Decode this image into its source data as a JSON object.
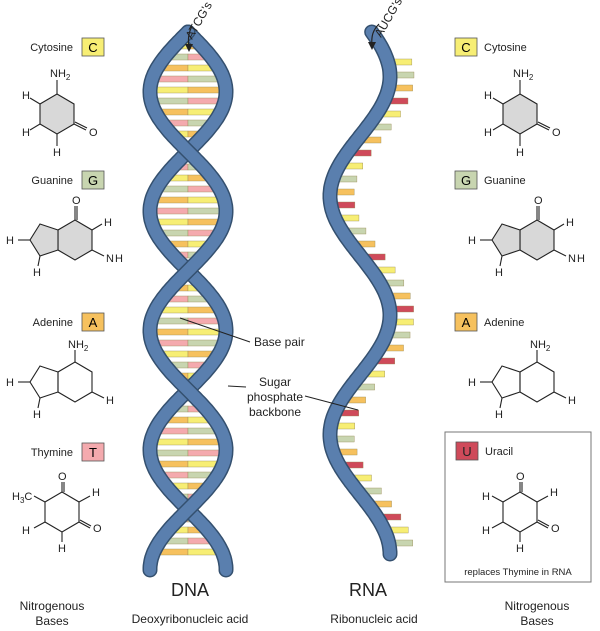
{
  "left_bases": {
    "cytosine": {
      "name": "Cytosine",
      "letter": "C",
      "color": "#f7ee74"
    },
    "guanine": {
      "name": "Guanine",
      "letter": "G",
      "color": "#c8d5b0"
    },
    "adenine": {
      "name": "Adenine",
      "letter": "A",
      "color": "#f6c15e"
    },
    "thymine": {
      "name": "Thymine",
      "letter": "T",
      "color": "#f4aaae"
    }
  },
  "right_bases": {
    "cytosine": {
      "name": "Cytosine",
      "letter": "C",
      "color": "#f7ee74"
    },
    "guanine": {
      "name": "Guanine",
      "letter": "G",
      "color": "#c8d5b0"
    },
    "adenine": {
      "name": "Adenine",
      "letter": "A",
      "color": "#f6c15e"
    },
    "uracil": {
      "name": "Uracil",
      "letter": "U",
      "color": "#cf4a5a",
      "note": "replaces Thymine in RNA"
    }
  },
  "dna": {
    "top_label": "ATCG's",
    "title": "DNA",
    "subtitle": "Deoxyribonucleic acid"
  },
  "rna": {
    "top_label": "AUCG's",
    "title": "RNA",
    "subtitle": "Ribonucleic acid"
  },
  "callouts": {
    "base_pair": "Base pair",
    "backbone_line1": "Sugar",
    "backbone_line2": "phosphate",
    "backbone_line3": "backbone"
  },
  "footer": {
    "left_line1": "Nitrogenous",
    "left_line2": "Bases",
    "right_line1": "Nitrogenous",
    "right_line2": "Bases"
  },
  "chem": {
    "nh2": "NH",
    "sub2": "2",
    "h": "H",
    "n": "N",
    "c": "C",
    "o": "O",
    "h3c": "H",
    "sub3": "3",
    "c_suffix": "C"
  },
  "colors": {
    "backbone": "#5a7fae",
    "backbone_edge": "#34506f",
    "base_c": "#f7ee74",
    "base_g": "#c8d5b0",
    "base_a": "#f6c15e",
    "base_t": "#f4aaae",
    "base_u": "#cf4a5a",
    "ring_fill": "#d8d8d8"
  }
}
